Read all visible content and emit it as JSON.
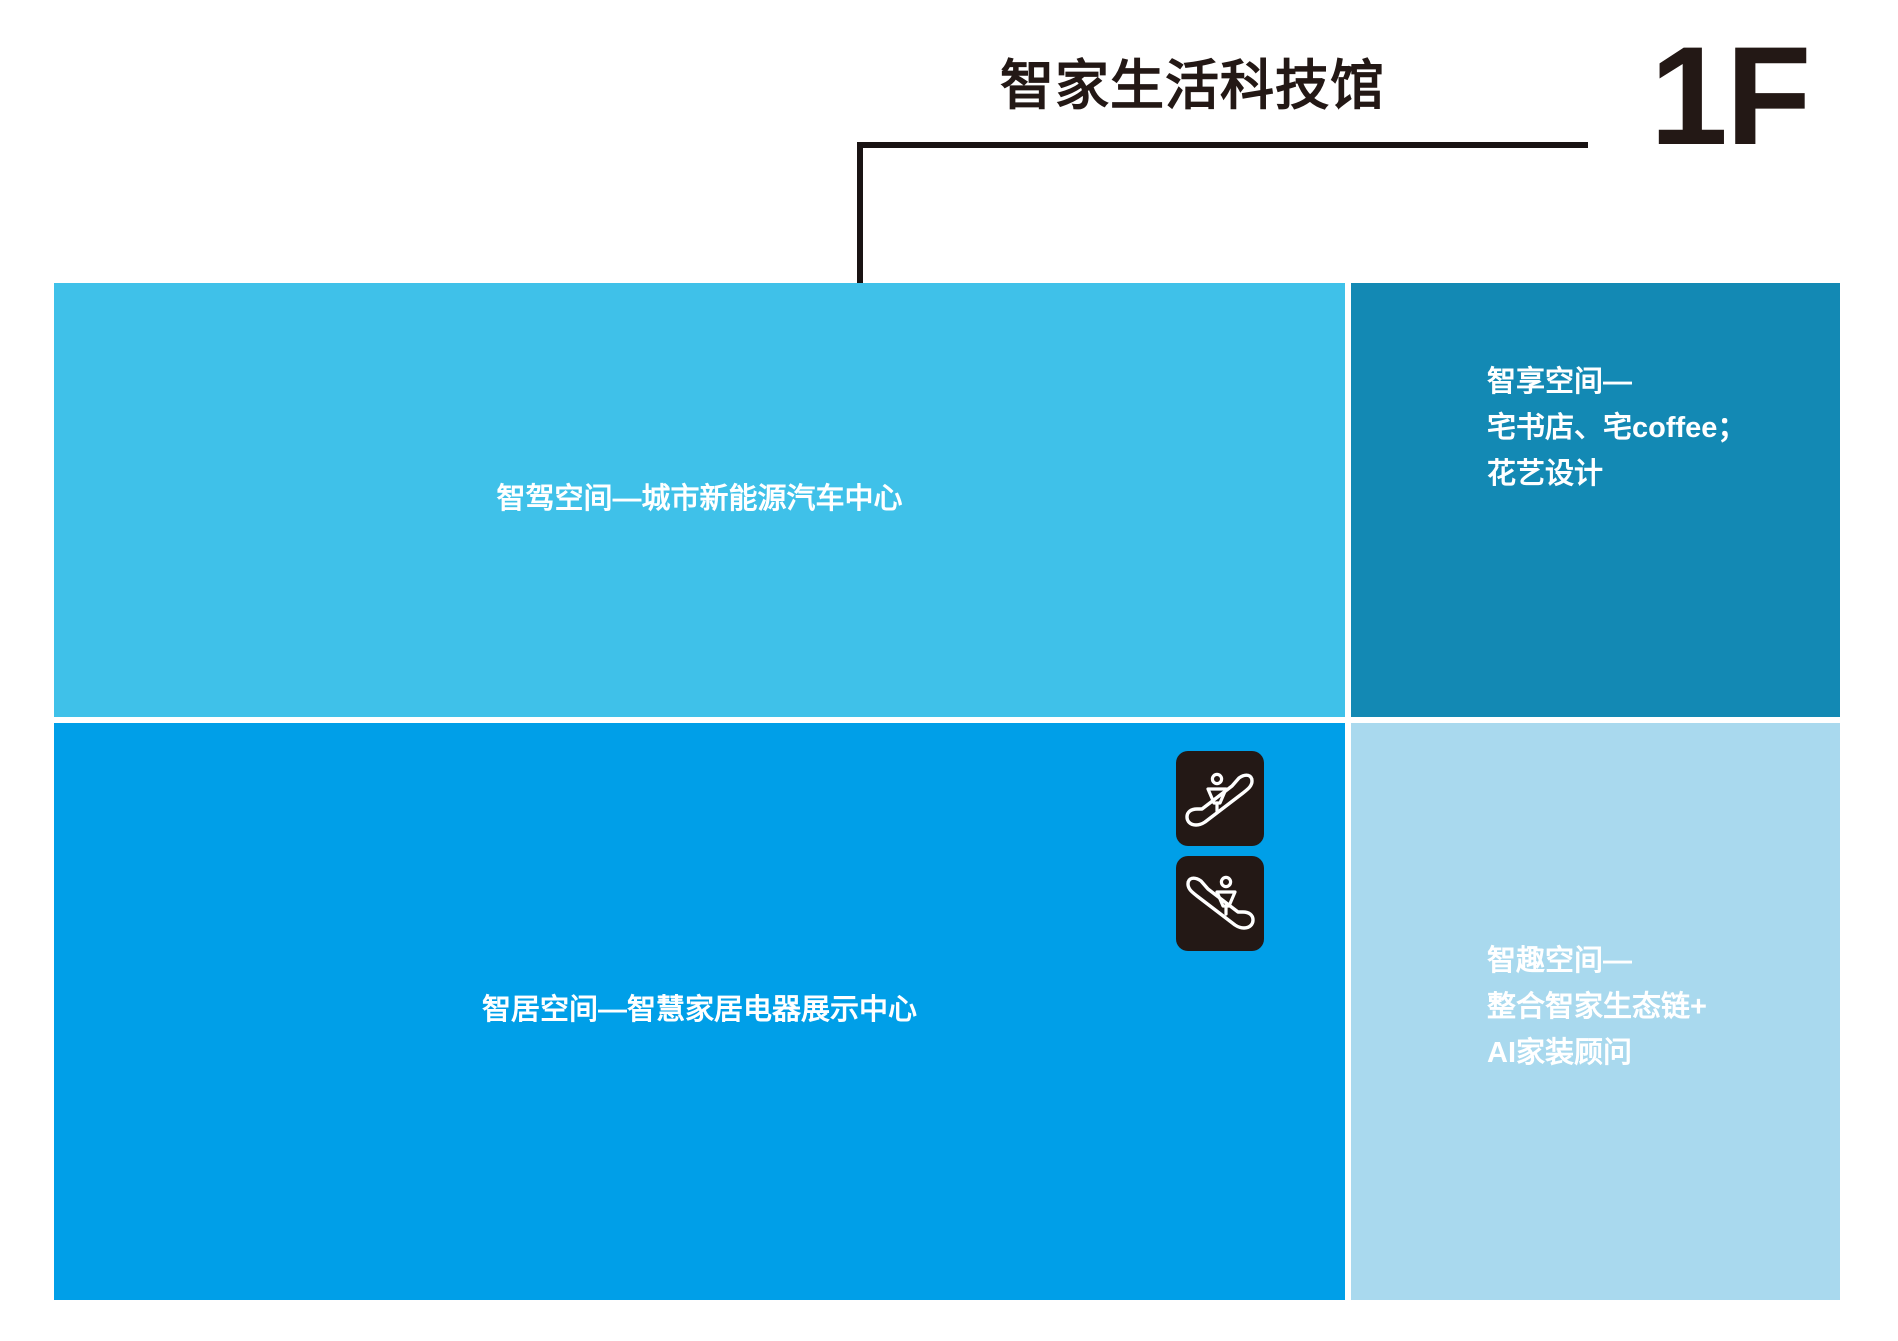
{
  "header": {
    "venue_title": "智家生活科技馆",
    "floor_badge": "1F",
    "title_color": "#231815",
    "leader_line_color": "#191313"
  },
  "plan": {
    "zones": [
      {
        "id": "drive",
        "name": "智驾空间",
        "label": "智驾空间—城市新能源汽车中心",
        "color": "#3fc1e9",
        "text_color": "#ffffff",
        "position": "top-left"
      },
      {
        "id": "share",
        "name": "智享空间",
        "label": "智享空间—\n宅书店、宅coffee；\n花艺设计",
        "color": "#1389b4",
        "text_color": "#ffffff",
        "position": "top-right"
      },
      {
        "id": "live",
        "name": "智居空间",
        "label": "智居空间—智慧家居电器展示中心",
        "color": "#009fe8",
        "text_color": "#ffffff",
        "position": "bottom-left"
      },
      {
        "id": "fun",
        "name": "智趣空间",
        "label": "智趣空间—\n整合智家生态链+\nAI家装顾问",
        "color": "#a9d9ee",
        "text_color": "#ffffff",
        "position": "bottom-right"
      }
    ],
    "facilities": [
      {
        "id": "escalator-up",
        "icon": "escalator-up-icon",
        "badge_color": "#231815"
      },
      {
        "id": "escalator-down",
        "icon": "escalator-down-icon",
        "badge_color": "#231815"
      }
    ]
  }
}
